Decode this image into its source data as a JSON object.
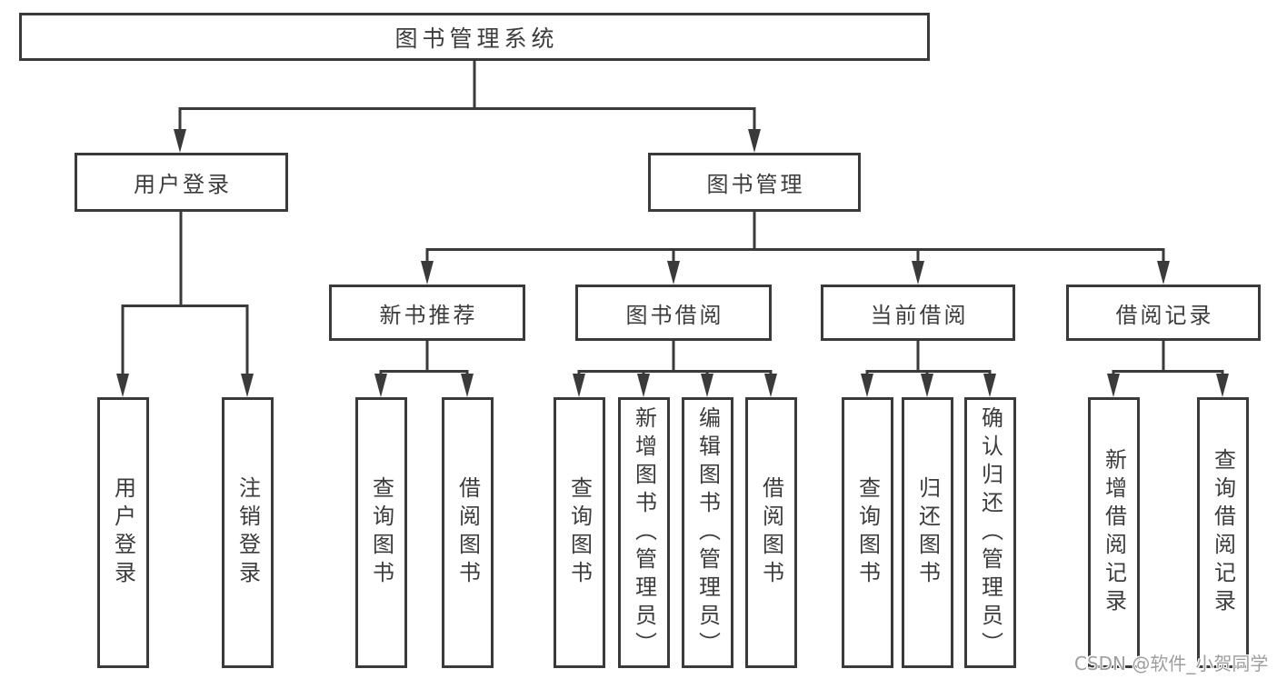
{
  "diagram": {
    "type": "hierarchy-tree",
    "root": {
      "label": "图书管理系统"
    },
    "level2": [
      {
        "label": "用户登录"
      },
      {
        "label": "图书管理"
      }
    ],
    "level3": [
      {
        "label": "新书推荐"
      },
      {
        "label": "图书借阅"
      },
      {
        "label": "当前借阅"
      },
      {
        "label": "借阅记录"
      }
    ],
    "leaves": {
      "user_login": [
        "用户登录",
        "注销登录"
      ],
      "new_book_recommend": [
        "查询图书",
        "借阅图书"
      ],
      "book_borrowing": [
        "查询图书",
        "新增图书（管理员）",
        "编辑图书（管理员）",
        "借阅图书"
      ],
      "current_borrowing": [
        "查询图书",
        "归还图书",
        "确认归还（管理员）"
      ],
      "borrowing_records": [
        "新增借阅记录",
        "查询借阅记录"
      ]
    },
    "edges": [
      {
        "from": "图书管理系统",
        "to": [
          "用户登录",
          "图书管理"
        ]
      },
      {
        "from": "用户登录",
        "to": [
          "用户登录",
          "注销登录"
        ]
      },
      {
        "from": "图书管理",
        "to": [
          "新书推荐",
          "图书借阅",
          "当前借阅",
          "借阅记录"
        ]
      },
      {
        "from": "新书推荐",
        "to": [
          "查询图书",
          "借阅图书"
        ]
      },
      {
        "from": "图书借阅",
        "to": [
          "查询图书",
          "新增图书（管理员）",
          "编辑图书（管理员）",
          "借阅图书"
        ]
      },
      {
        "from": "当前借阅",
        "to": [
          "查询图书",
          "归还图书",
          "确认归还（管理员）"
        ]
      },
      {
        "from": "借阅记录",
        "to": [
          "新增借阅记录",
          "查询借阅记录"
        ]
      }
    ]
  },
  "watermark": {
    "text": "CSDN @软件_小贺同学"
  },
  "colors": {
    "line": "#3a3a3a",
    "box_border": "#3a3a3a",
    "text": "#3c3c3c",
    "background": "#ffffff",
    "watermark": "#9e9e9e"
  }
}
